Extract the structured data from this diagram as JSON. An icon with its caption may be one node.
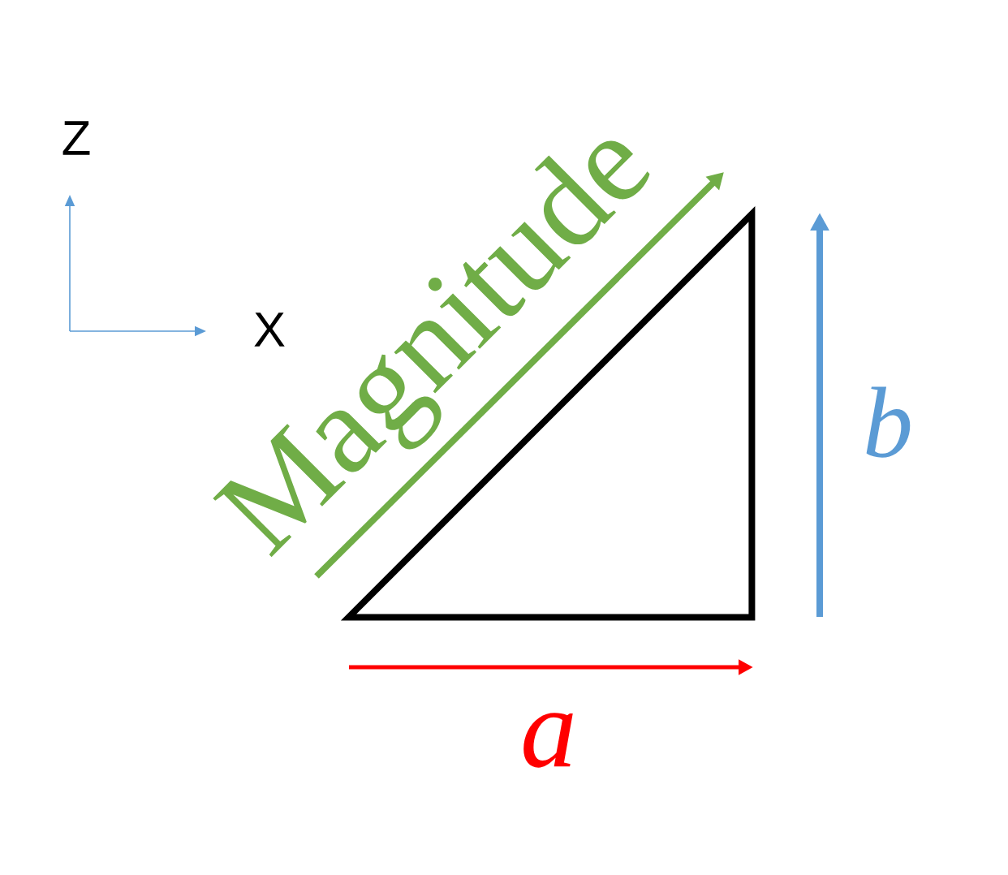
{
  "diagram": {
    "nodes": [
      {
        "text": [],
        "shape": "triangle"
      }
    ],
    "labels": [
      "Z",
      "Magnitude",
      "X",
      "b",
      "a"
    ]
  }
}
